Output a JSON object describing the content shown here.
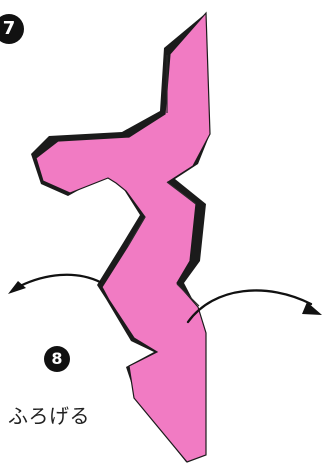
{
  "steps": {
    "current": "7",
    "next": "8"
  },
  "instruction": {
    "text": "ふろげる"
  },
  "colors": {
    "paper_pink": "#F17BC3",
    "outline": "#1B1B1B",
    "background": "#FFFFFF",
    "arrow": "#111111"
  },
  "icons": {
    "left_arrow": "curved-arrow-left-icon",
    "right_arrow": "curved-arrow-right-icon"
  }
}
